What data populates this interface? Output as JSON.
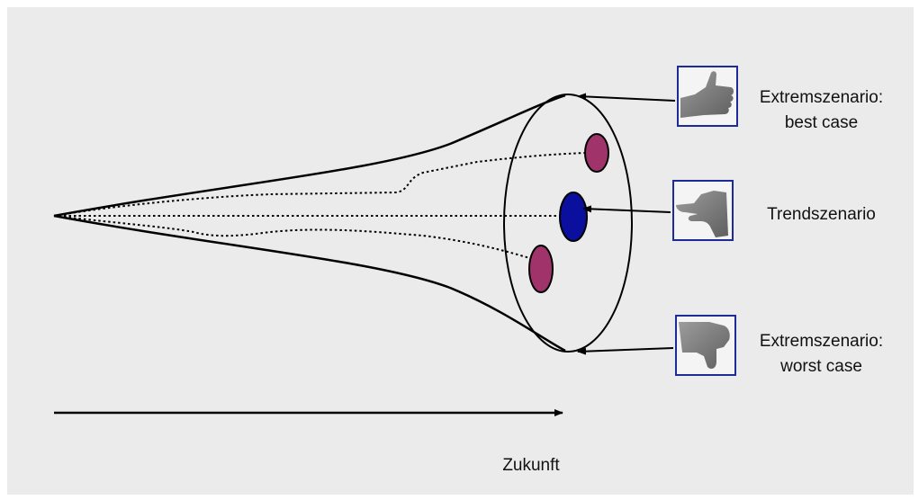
{
  "labels": {
    "best_case_line1": "Extremszenario:",
    "best_case_line2": "best case",
    "trend": "Trendszenario",
    "worst_case_line1": "Extremszenario:",
    "worst_case_line2": "worst case",
    "time_axis": "Zukunft"
  },
  "icons": {
    "best_case": "thumbs-up-icon",
    "trend": "thumb-sideways-icon",
    "worst_case": "thumbs-down-icon"
  },
  "colors": {
    "background": "#ebebeb",
    "extreme_dot": "#a0346a",
    "trend_dot": "#0b0f9e",
    "frame": "#1d2b9a"
  }
}
